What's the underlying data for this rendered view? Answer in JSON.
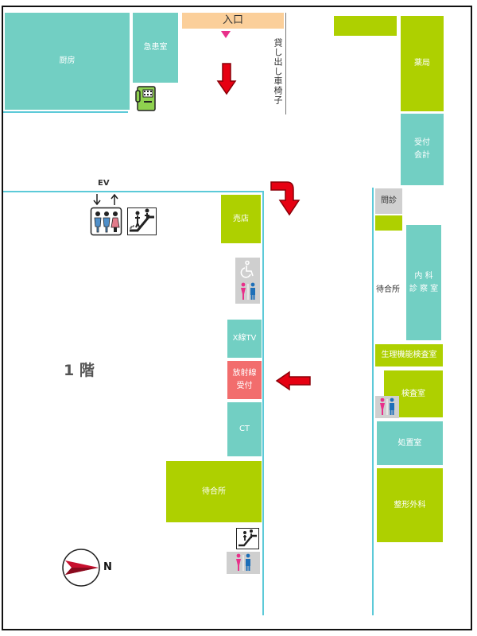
{
  "floor_label": "1 階",
  "entrance_label": "入口",
  "wheelchair_rental_label": "貸し出し車椅子",
  "ev_label": "EV",
  "compass_label": "N",
  "rooms": {
    "kitchen": "厨房",
    "emergency": "急患室",
    "pharmacy": "薬局",
    "reception": "受付\n会計",
    "shop": "売店",
    "triage": "問診",
    "waiting_right": "待合所",
    "internal_medicine": "内 科\n診 察 室",
    "xray": "X線TV",
    "radiology_reception": "放射線\n受付",
    "physiology_lab": "生理機能検査室",
    "lab": "検査室",
    "treatment": "処置室",
    "ct": "CT",
    "orthopedics": "整形外科",
    "waiting_left": "待合所"
  },
  "colors": {
    "teal": "#72cfc3",
    "lime": "#aed000",
    "radiology": "#f26d6d",
    "entrance": "#fbcf9a",
    "wall": "#5ccad8",
    "arrow": "#e60012"
  },
  "icons": [
    "telephone-icon",
    "elevator-icon",
    "escalator-icon",
    "wheelchair-icon",
    "restroom-icon",
    "arrow-icon",
    "compass-icon"
  ]
}
